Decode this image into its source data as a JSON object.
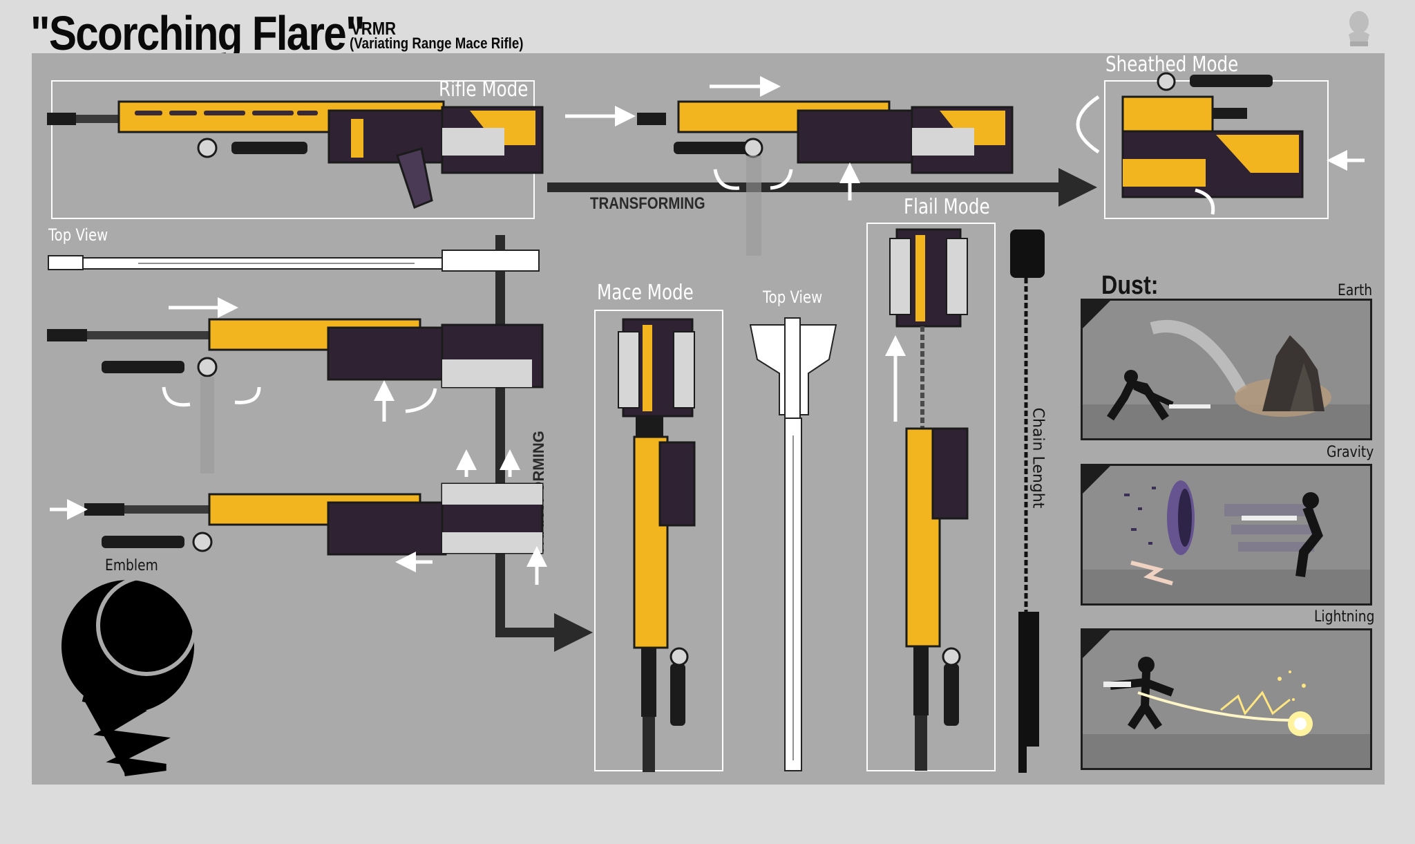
{
  "header": {
    "title": "\"Scorching Flare\"",
    "abbreviation": "VRMR",
    "full_name": "(Variating Range Mace Rifle)"
  },
  "modes": {
    "rifle": "Rifle Mode",
    "sheathed": "Sheathed Mode",
    "top_view_rifle": "Top View",
    "mace": "Mace Mode",
    "top_view_mace": "Top View",
    "flail": "Flail Mode",
    "transforming_h": "TRANSFORMING",
    "transforming_v": "TRANSFORMING",
    "chain": "Chain Lenght"
  },
  "emblem": {
    "label": "Emblem"
  },
  "dust": {
    "heading": "Dust:",
    "types": [
      "Earth",
      "Gravity",
      "Lightning"
    ]
  },
  "colors": {
    "sheet_bg": "#aaaaaa",
    "page_bg": "#dcdcdc",
    "accent_yellow": "#f2b51f",
    "dark_purple": "#2f2232",
    "steel": "#d6d6d6",
    "ink": "#141414"
  }
}
